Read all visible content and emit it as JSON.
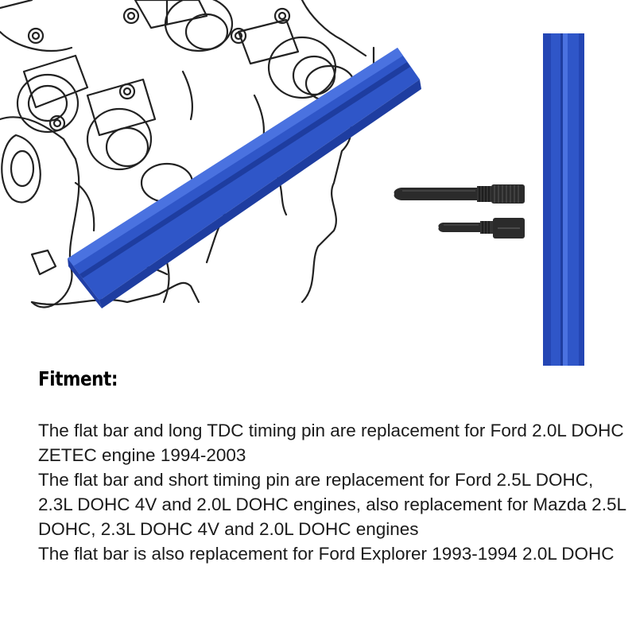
{
  "product": {
    "colors": {
      "bar_blue": "#2f56c8",
      "bar_blue_dark": "#1e3da0",
      "bar_blue_light": "#4a72e0",
      "pin_black": "#2b2b2b",
      "line_art": "#222222"
    },
    "images": {
      "engine_illustration": "engine-camshaft-line-drawing",
      "flat_bar": "blue-aluminum-flat-bar",
      "long_pin": "long-tdc-timing-pin",
      "short_pin": "short-timing-pin"
    }
  },
  "fitment": {
    "heading": "Fitment:",
    "lines": [
      "The flat bar and long TDC timing pin are replacement for Ford 2.0L DOHC ZETEC engine 1994-2003",
      "The flat bar and short timing pin are replacement for Ford 2.5L DOHC, 2.3L DOHC 4V and 2.0L DOHC engines, also replacement for Mazda 2.5L DOHC, 2.3L DOHC 4V and 2.0L DOHC engines",
      "The flat bar is also replacement for Ford Explorer 1993-1994 2.0L DOHC"
    ]
  }
}
